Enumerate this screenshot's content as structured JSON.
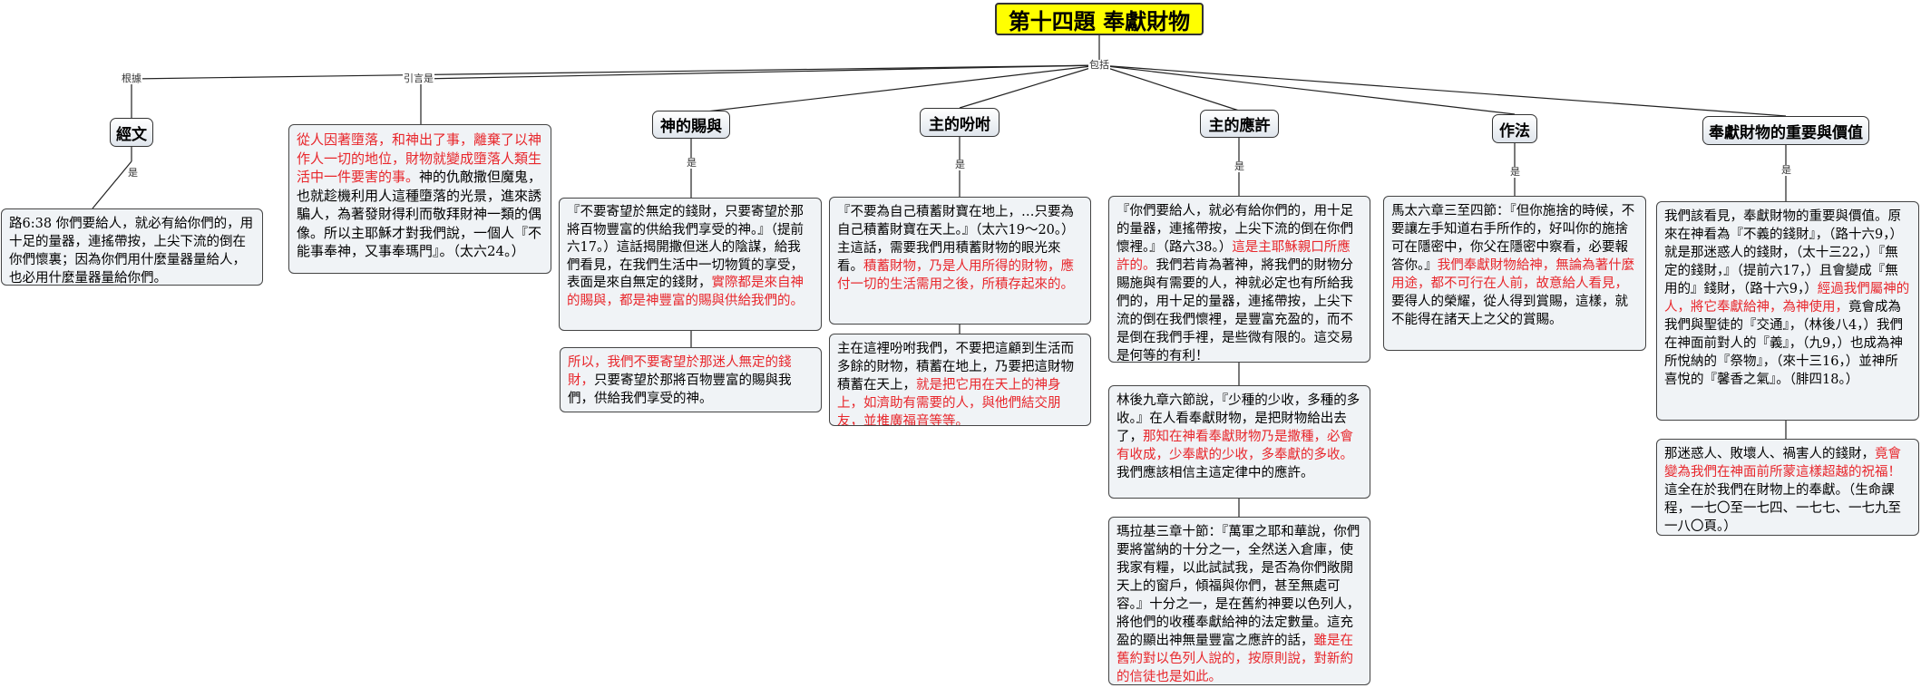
{
  "root": {
    "title": "第十四題  奉獻財物"
  },
  "edge_labels": {
    "basis": "根據",
    "quote": "引言是",
    "includes": "包括",
    "is": "是"
  },
  "topics": {
    "scripture": "經文",
    "gifts": "神的賜與",
    "command": "主的吩咐",
    "promise": "主的應許",
    "method": "作法",
    "importance": "奉獻財物的重要與價值"
  },
  "quote": {
    "red": "從人因著墮落，和神出了事，離棄了以神作人一切的地位，財物就變成墮落人類生活中一件要害的事。",
    "text": "神的仇敵撒但魔鬼，也就趁機利用人這種墮落的光景，進來誘騙人，為著發財得利而敬拜財神一類的偶像。所以主耶穌才對我們說，一個人『不能事奉神，又事奉瑪門』。（太六24。）"
  },
  "scripture_text": "路6:38  你們要給人，就必有給你們的，用十足的量器，連搖帶按，上尖下流的倒在你們懷裏；因為你們用什麼量器量給人，也必用什麼量器量給你們。",
  "gifts": {
    "box1_text": "『不要寄望於無定的錢財，只要寄望於那將百物豐富的供給我們享受的神。』（提前六17。）這話揭開撒但迷人的陰謀，給我們看見，在我們生活中一切物質的享受，表面是來自無定的錢財，",
    "box1_red": "實際都是來自神的賜與，都是神豐富的賜與供給我們的。",
    "box2_red": "所以，我們不要寄望於那迷人無定的錢財，",
    "box2_text": "只要寄望於那將百物豐富的賜與我們，供給我們享受的神。"
  },
  "command": {
    "box1_text": "『不要為自己積蓄財寶在地上，…只要為自己積蓄財寶在天上。』（太六19～20。）主這話，需要我們用積蓄財物的眼光來看。",
    "box1_red": "積蓄財物，乃是人用所得的財物，應付一切的生活需用之後，所積存起來的。",
    "box2_text": "主在這裡吩咐我們，不要把這顧到生活而多餘的財物，積蓄在地上，乃要把這財物積蓄在天上，",
    "box2_red": "就是把它用在天上的神身上，如濟助有需要的人，與他們結交朋友，並推廣福音等等。"
  },
  "promise": {
    "box1_text1": "『你們要給人，就必有給你們的，用十足的量器，連搖帶按，上尖下流的倒在你們懷裡。』（路六38。）",
    "box1_red": "這是主耶穌親口所應許的。",
    "box1_text2": "我們若肯為著神，將我們的財物分賜施與有需要的人，神就必定也有所給我們的，用十足的量器，連搖帶按，上尖下流的倒在我們懷裡，是豐富充盈的，而不是倒在我們手裡，是些微有限的。這交易是何等的有利！",
    "box2_text1": "林後九章六節說，『少種的少收，多種的多收。』在人看奉獻財物，是把財物給出去了，",
    "box2_red": "那知在神看奉獻財物乃是撒種，必會有收成，少奉獻的少收，多奉獻的多收。",
    "box2_text2": "我們應該相信主這定律中的應許。",
    "box3_text": "瑪拉基三章十節：『萬軍之耶和華說，你們要將當納的十分之一，全然送入倉庫，使我家有糧，以此試試我，是否為你們敞開天上的窗戶，傾福與你們，甚至無處可容。』十分之一，是在舊約神要以色列人，將他們的收穫奉獻給神的法定數量。這充盈的顯出神無量豐富之應許的話，",
    "box3_red": "雖是在舊約對以色列人說的，按原則說，對新約的信徒也是如此。"
  },
  "method": {
    "text1": "馬太六章三至四節：『但你施捨的時候，不要讓左手知道右手所作的，好叫你的施捨可在隱密中，你父在隱密中察看，必要報答你。』",
    "red": "我們奉獻財物給神，無論為著什麼用途，都不可行在人前，故意給人看見，",
    "text2": "要得人的榮耀，從人得到賞賜，這樣，就不能得在諸天上之父的賞賜。"
  },
  "importance": {
    "box1_text1": "我們該看見，奉獻財物的重要與價值。原來在神看為『不義的錢財』，（路十六9，）就是那迷惑人的錢財，（太十三22，）『無定的錢財，』（提前六17，）且會變成『無用的』錢財，（路十六9，）",
    "box1_red": "經過我們屬神的人，將它奉獻給神，為神使用，",
    "box1_text2": "竟會成為我們與聖徒的『交通』，（林後八4，）我們在神面前對人的『義』，（九9，）也成為神所悅納的『祭物』，（來十三16，）並神所喜悅的『馨香之氣』。（腓四18。）",
    "box2_text1": "那迷惑人、敗壞人、禍害人的錢財，",
    "box2_red": "竟會變為我們在神面前所蒙這樣超越的祝福！",
    "box2_text2": "這全在於我們在財物上的奉獻。（生命課程，一七〇至一七四、一七七、一七九至一八〇頁。）"
  }
}
